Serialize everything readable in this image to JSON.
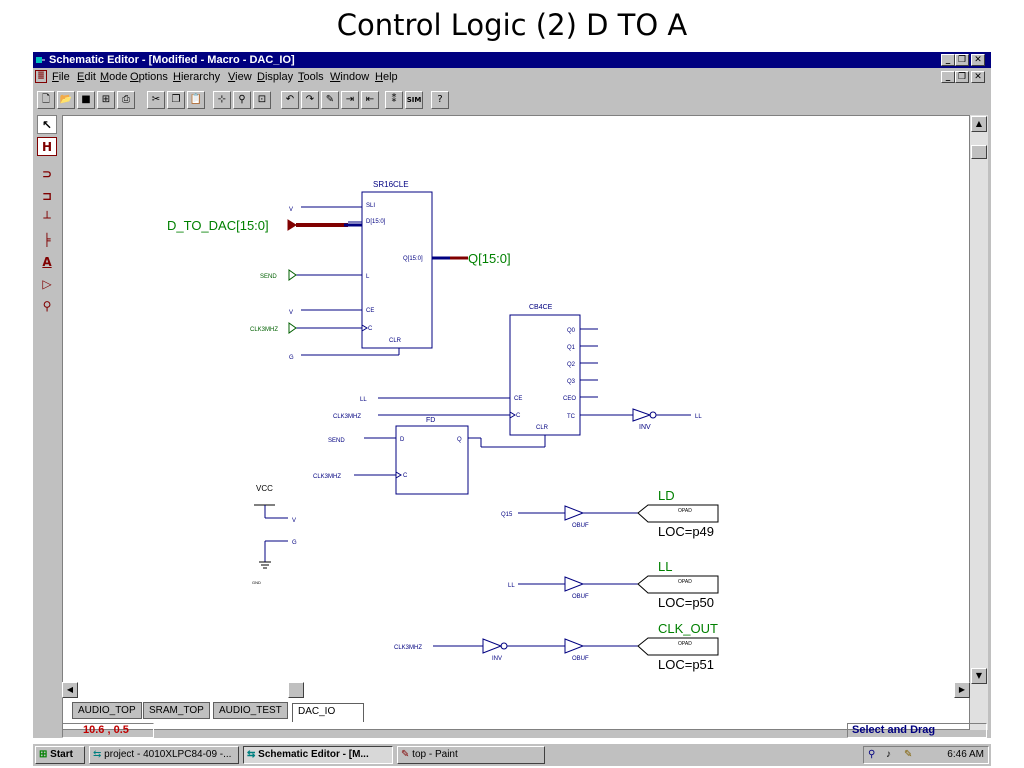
{
  "slide": {
    "title": "Control Logic (2) D TO A"
  },
  "window": {
    "title": "Schematic Editor - [Modified - Macro - DAC_IO]"
  },
  "menu": [
    "File",
    "Edit",
    "Mode",
    "Options",
    "Hierarchy",
    "View",
    "Display",
    "Tools",
    "Window",
    "Help"
  ],
  "toolbar_icons": [
    "new-icon",
    "open-icon",
    "save-icon",
    "properties-icon",
    "print-icon",
    "cut-icon",
    "copy-icon",
    "paste-icon",
    "add-net-icon",
    "zoom-icon",
    "zoom-area-icon",
    "undo-icon",
    "redo-icon",
    "draw-icon",
    "pin-icon",
    "bus-icon",
    "check-icon",
    "sim-icon",
    "help-pointer-icon"
  ],
  "toolbar": {
    "sim_label": "SIM"
  },
  "palette": {
    "hierarchy_label": "H",
    "text_label": "A"
  },
  "schematic": {
    "sr16": {
      "name": "SR16CLE",
      "pin_sli": "SLI",
      "pin_d": "D[15:0]",
      "pin_q": "Q[15:0]",
      "pin_l": "L",
      "pin_ce": "CE",
      "pin_c": "C",
      "pin_clr": "CLR",
      "in_sli": "V",
      "in_ce": "V",
      "in_clr": "G",
      "in_l": "SEND",
      "in_c": "CLK3MHZ",
      "bus_in": "D_TO_DAC[15:0]",
      "bus_out": "Q[15:0]"
    },
    "cb4": {
      "name": "CB4CE",
      "pins_out": [
        "Q0",
        "Q1",
        "Q2",
        "Q3",
        "CEO",
        "TC"
      ],
      "pin_ce": "CE",
      "pin_c": "C",
      "pin_clr": "CLR",
      "in_ce": "LL",
      "in_c": "CLK3MHZ"
    },
    "inv_tc": {
      "label": "INV",
      "out": "LL"
    },
    "fd": {
      "name": "FD",
      "pin_d": "D",
      "pin_q": "Q",
      "pin_c": "C",
      "in_d": "SEND",
      "in_c": "CLK3MHZ"
    },
    "power": {
      "vcc": "VCC",
      "v": "V",
      "g": "G",
      "gnd": "GND"
    },
    "pads": [
      {
        "in": "Q15",
        "buf": "OBUF",
        "pad": "OPAD",
        "net": "LD",
        "loc": "LOC=p49"
      },
      {
        "in": "LL",
        "buf": "OBUF",
        "pad": "OPAD",
        "net": "LL",
        "loc": "LOC=p50"
      },
      {
        "in": "CLK3MHZ",
        "inv": "INV",
        "buf": "OBUF",
        "pad": "OPAD",
        "net": "CLK_OUT",
        "loc": "LOC=p51"
      }
    ]
  },
  "tabs": [
    "AUDIO_TOP",
    "SRAM_TOP",
    "AUDIO_TEST",
    "DAC_IO"
  ],
  "active_tab": "DAC_IO",
  "status": {
    "coords": "10.6 ,  0.5",
    "mode": "Select and Drag"
  },
  "taskbar": {
    "start": "Start",
    "tasks": [
      "project - 4010XLPC84-09 -...",
      "Schematic Editor - [M...",
      "top - Paint"
    ],
    "clock": "6:46 AM"
  },
  "colors": {
    "title_bar": "#000080",
    "wire": "#000080",
    "bus": "#800000",
    "net_label": "#008000",
    "coords": "#c00000"
  }
}
